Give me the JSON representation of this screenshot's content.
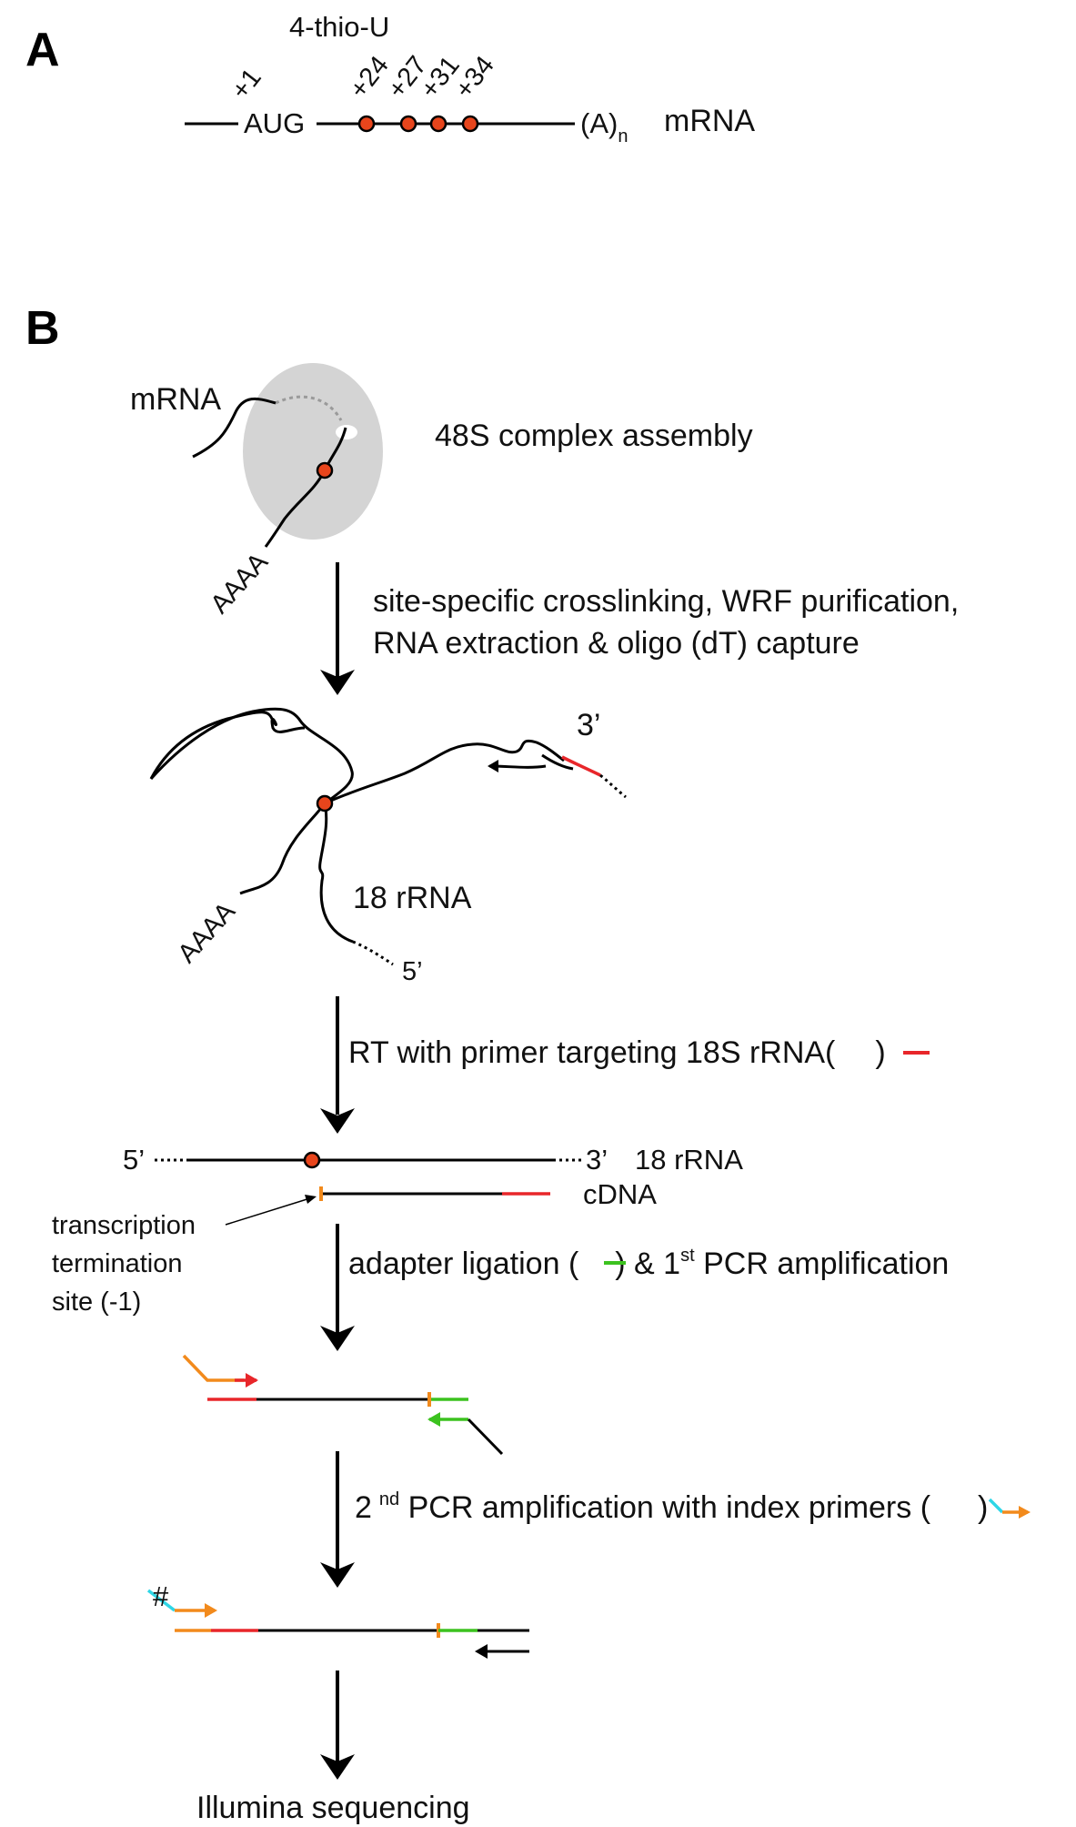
{
  "panels": {
    "a": "A",
    "b": "B"
  },
  "panel_a": {
    "modification": "4-thio-U",
    "start_position": "+1",
    "start_codon": "AUG",
    "positions": [
      "+24",
      "+27",
      "+31",
      "+34"
    ],
    "polya": "(A)",
    "polya_sub": "n",
    "molecule": "mRNA"
  },
  "panel_b": {
    "mrna_label": "mRNA",
    "complex": "48S complex assembly",
    "polya_tail": "AAAA",
    "step1_line1": "site-specific crosslinking, WRF purification,",
    "step1_line2": "RNA extraction & oligo (dT) capture",
    "three_prime": "3’",
    "rrna_label": "18 rRNA",
    "five_prime": "5’",
    "step2": "RT with primer targeting 18S rRNA(",
    "step2_close": ")",
    "cdna_five": "5’",
    "cdna_three": "3’",
    "cdna_rrna": "18 rRNA",
    "cdna_label": "cDNA",
    "termination_line1": "transcription",
    "termination_line2": "termination",
    "termination_line3": "site (-1)",
    "step3_pre": "adapter ligation (",
    "step3_mid": ") & 1",
    "step3_sup": "st",
    "step3_post": " PCR amplification",
    "step4_pre": "2",
    "step4_sup": "nd",
    "step4_post": " PCR amplification with index primers (",
    "step4_close": ")",
    "index_symbol": "#",
    "final": "Illumina sequencing"
  },
  "colors": {
    "crosslink_dot": "#e8451c",
    "primer_red": "#e8262a",
    "adapter_green": "#3cc21f",
    "index_orange": "#f28a1c",
    "index_cyan": "#2ed6e6",
    "ribosome_gray": "#d4d4d4"
  }
}
